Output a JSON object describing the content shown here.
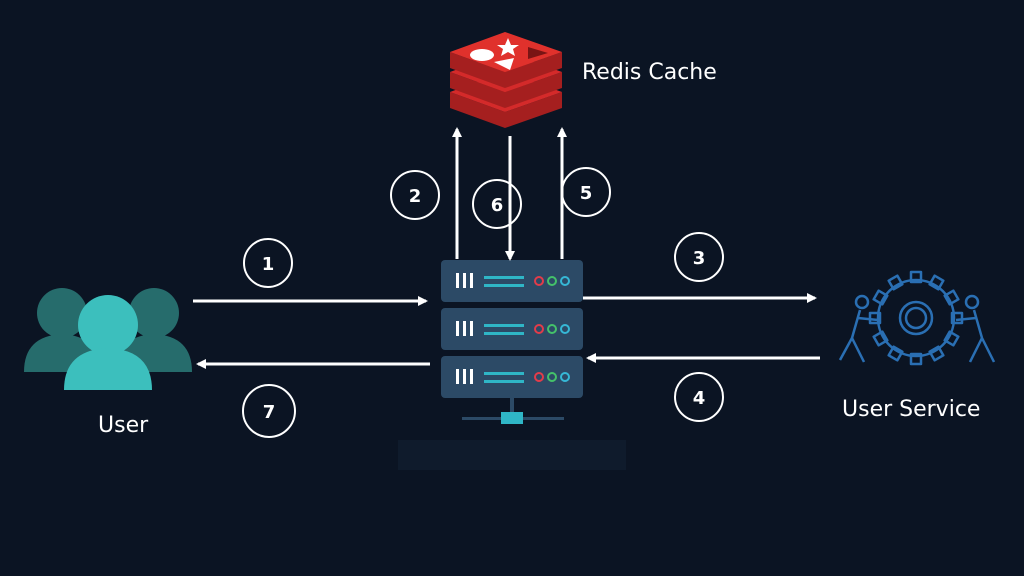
{
  "nodes": {
    "redis": {
      "label": "Redis Cache",
      "icon": "redis-logo-icon",
      "color": "#d42a2a"
    },
    "user": {
      "label": "User",
      "icon": "users-group-icon",
      "color": "#3cbfbd"
    },
    "server": {
      "icon": "server-rack-icon",
      "color": "#2c4a66",
      "accent": "#2fb6c6"
    },
    "service": {
      "label": "User Service",
      "icon": "gear-workers-icon",
      "color": "#2a6fb3"
    }
  },
  "steps": [
    {
      "label": "1"
    },
    {
      "label": "2"
    },
    {
      "label": "3"
    },
    {
      "label": "4"
    },
    {
      "label": "5"
    },
    {
      "label": "6"
    },
    {
      "label": "7"
    }
  ],
  "colors": {
    "background": "#0b1423",
    "arrow": "#ffffff"
  }
}
